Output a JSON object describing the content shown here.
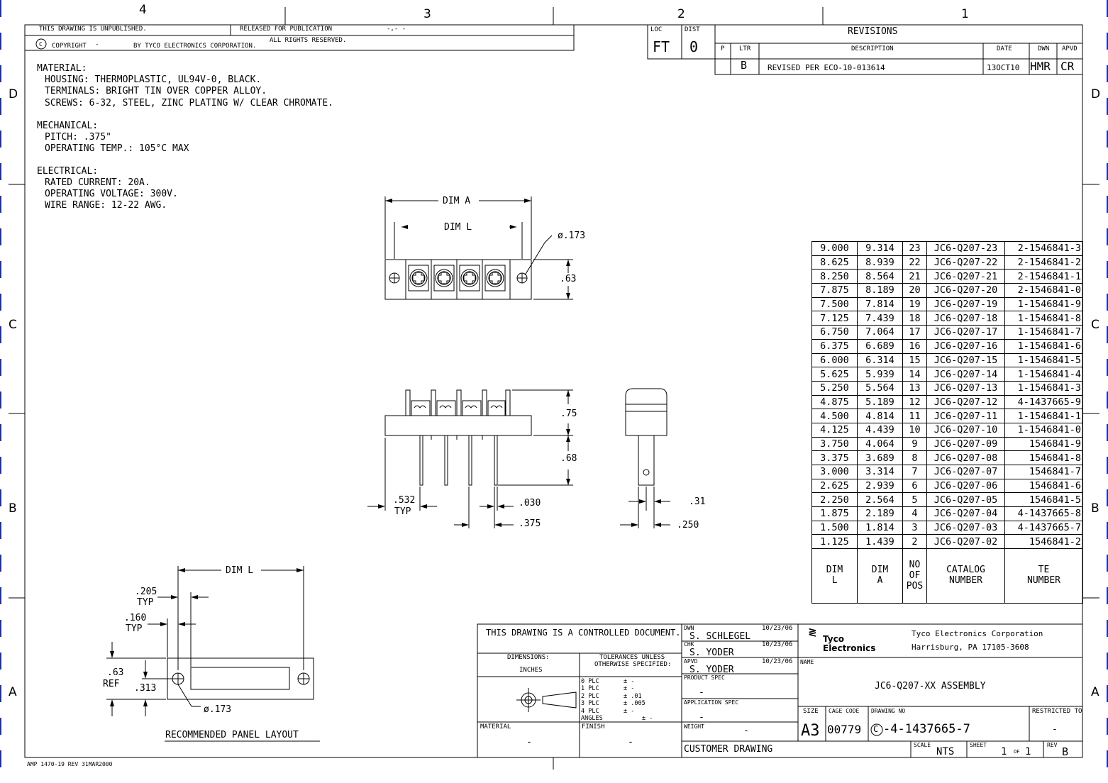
{
  "sheet_zones": {
    "columns": [
      "4",
      "3",
      "2",
      "1"
    ],
    "rows": [
      "D",
      "C",
      "B",
      "A"
    ]
  },
  "top_block": {
    "unpublished": "THIS DRAWING IS UNPUBLISHED.",
    "released": "RELEASED FOR PUBLICATION",
    "released_value": "-,-  -",
    "copyright": "COPYRIGHT",
    "copyright_dash": "-",
    "by": "BY TYCO ELECTRONICS CORPORATION.",
    "rights": "ALL RIGHTS RESERVED."
  },
  "loc_dist": {
    "loc_label": "LOC",
    "loc_value": "FT",
    "dist_label": "DIST",
    "dist_value": "0"
  },
  "revisions": {
    "title": "REVISIONS",
    "headers": {
      "p": "P",
      "ltr": "LTR",
      "desc": "DESCRIPTION",
      "date": "DATE",
      "dwn": "DWN",
      "apvd": "APVD"
    },
    "row": {
      "ltr": "B",
      "desc": "REVISED PER ECO-10-013614",
      "date": "13OCT10",
      "dwn": "HMR",
      "apvd": "CR"
    }
  },
  "specs": {
    "material_title": "MATERIAL:",
    "material": [
      "HOUSING: THERMOPLASTIC, UL94V-0, BLACK.",
      "TERMINALS: BRIGHT TIN OVER COPPER ALLOY.",
      "SCREWS: 6-32, STEEL, ZINC PLATING W/ CLEAR CHROMATE."
    ],
    "mechanical_title": "MECHANICAL:",
    "mechanical": [
      "PITCH: .375\"",
      "OPERATING TEMP.: 105°C MAX"
    ],
    "electrical_title": "ELECTRICAL:",
    "electrical": [
      "RATED CURRENT: 20A.",
      "OPERATING VOLTAGE: 300V.",
      "WIRE RANGE: 12-22 AWG."
    ]
  },
  "dims": {
    "dim_a": "DIM A",
    "dim_l": "DIM L",
    "hole": "ø.173",
    "height_63": ".63",
    "h75": ".75",
    "h68": ".68",
    "d532": ".532",
    "typ": "TYP",
    "d030": ".030",
    "d375": ".375",
    "d31": ".31",
    "d250": ".250"
  },
  "panel": {
    "dim_l": "DIM L",
    "d205": ".205",
    "typ1": "TYP",
    "d160": ".160",
    "typ2": "TYP",
    "d63": ".63",
    "ref": "REF",
    "d313": ".313",
    "hole": "ø.173",
    "title": "RECOMMENDED PANEL LAYOUT"
  },
  "part_table": {
    "rows": [
      [
        "9.000",
        "9.314",
        "23",
        "JC6-Q207-23",
        "2-1546841-3"
      ],
      [
        "8.625",
        "8.939",
        "22",
        "JC6-Q207-22",
        "2-1546841-2"
      ],
      [
        "8.250",
        "8.564",
        "21",
        "JC6-Q207-21",
        "2-1546841-1"
      ],
      [
        "7.875",
        "8.189",
        "20",
        "JC6-Q207-20",
        "2-1546841-0"
      ],
      [
        "7.500",
        "7.814",
        "19",
        "JC6-Q207-19",
        "1-1546841-9"
      ],
      [
        "7.125",
        "7.439",
        "18",
        "JC6-Q207-18",
        "1-1546841-8"
      ],
      [
        "6.750",
        "7.064",
        "17",
        "JC6-Q207-17",
        "1-1546841-7"
      ],
      [
        "6.375",
        "6.689",
        "16",
        "JC6-Q207-16",
        "1-1546841-6"
      ],
      [
        "6.000",
        "6.314",
        "15",
        "JC6-Q207-15",
        "1-1546841-5"
      ],
      [
        "5.625",
        "5.939",
        "14",
        "JC6-Q207-14",
        "1-1546841-4"
      ],
      [
        "5.250",
        "5.564",
        "13",
        "JC6-Q207-13",
        "1-1546841-3"
      ],
      [
        "4.875",
        "5.189",
        "12",
        "JC6-Q207-12",
        "4-1437665-9"
      ],
      [
        "4.500",
        "4.814",
        "11",
        "JC6-Q207-11",
        "1-1546841-1"
      ],
      [
        "4.125",
        "4.439",
        "10",
        "JC6-Q207-10",
        "1-1546841-0"
      ],
      [
        "3.750",
        "4.064",
        "9",
        "JC6-Q207-09",
        "1546841-9"
      ],
      [
        "3.375",
        "3.689",
        "8",
        "JC6-Q207-08",
        "1546841-8"
      ],
      [
        "3.000",
        "3.314",
        "7",
        "JC6-Q207-07",
        "1546841-7"
      ],
      [
        "2.625",
        "2.939",
        "6",
        "JC6-Q207-06",
        "1546841-6"
      ],
      [
        "2.250",
        "2.564",
        "5",
        "JC6-Q207-05",
        "1546841-5"
      ],
      [
        "1.875",
        "2.189",
        "4",
        "JC6-Q207-04",
        "4-1437665-8"
      ],
      [
        "1.500",
        "1.814",
        "3",
        "JC6-Q207-03",
        "4-1437665-7"
      ],
      [
        "1.125",
        "1.439",
        "2",
        "JC6-Q207-02",
        "1546841-2"
      ]
    ],
    "headers": {
      "dim_l": "DIM L",
      "dim_a": "DIM A",
      "no_pos": "NO OF POS",
      "catalog": "CATALOG NUMBER",
      "te": "TE NUMBER"
    }
  },
  "title_block": {
    "controlled": "THIS DRAWING IS A CONTROLLED DOCUMENT.",
    "dimensions": "DIMENSIONS:",
    "inches": "INCHES",
    "tolerances": "TOLERANCES UNLESS",
    "otherwise": "OTHERWISE SPECIFIED:",
    "tol_rows": [
      [
        "0 PLC",
        "± -"
      ],
      [
        "1 PLC",
        "± -"
      ],
      [
        "2 PLC",
        "± .01"
      ],
      [
        "3 PLC",
        "± .005"
      ],
      [
        "4 PLC",
        "± -"
      ],
      [
        "ANGLES",
        "± -"
      ]
    ],
    "material_label": "MATERIAL",
    "material_value": "-",
    "finish_label": "FINISH",
    "finish_value": "-",
    "dwn_label": "DWN",
    "dwn_name": "S. SCHLEGEL",
    "dwn_date": "10/23/06",
    "chk_label": "CHK",
    "chk_name": "S. YODER",
    "chk_date": "10/23/06",
    "apvd_label": "APVD",
    "apvd_name": "S. YODER",
    "apvd_date": "10/23/06",
    "product_spec": "PRODUCT SPEC",
    "product_value": "-",
    "application_spec": "APPLICATION SPEC",
    "application_value": "-",
    "weight": "WEIGHT",
    "weight_value": "-",
    "customer": "CUSTOMER DRAWING",
    "logo_line1": "Tyco",
    "logo_line2": "Electronics",
    "company": "Tyco Electronics Corporation",
    "address": "Harrisburg, PA 17105-3608",
    "name_label": "NAME",
    "name_value": "JC6-Q207-XX ASSEMBLY",
    "size_label": "SIZE",
    "size_value": "A3",
    "cage_label": "CAGE CODE",
    "cage_value": "00779",
    "drawing_label": "DRAWING NO",
    "drawing_prefix": "C",
    "drawing_value": "-4-1437665-7",
    "restricted_label": "RESTRICTED TO",
    "restricted_value": "-",
    "scale_label": "SCALE",
    "scale_value": "NTS",
    "sheet_label": "SHEET",
    "sheet_value": "1",
    "sheet_of": "OF",
    "sheet_total": "1",
    "rev_label": "REV",
    "rev_value": "B"
  },
  "footer": "AMP 1470-19 REV 31MAR2000"
}
